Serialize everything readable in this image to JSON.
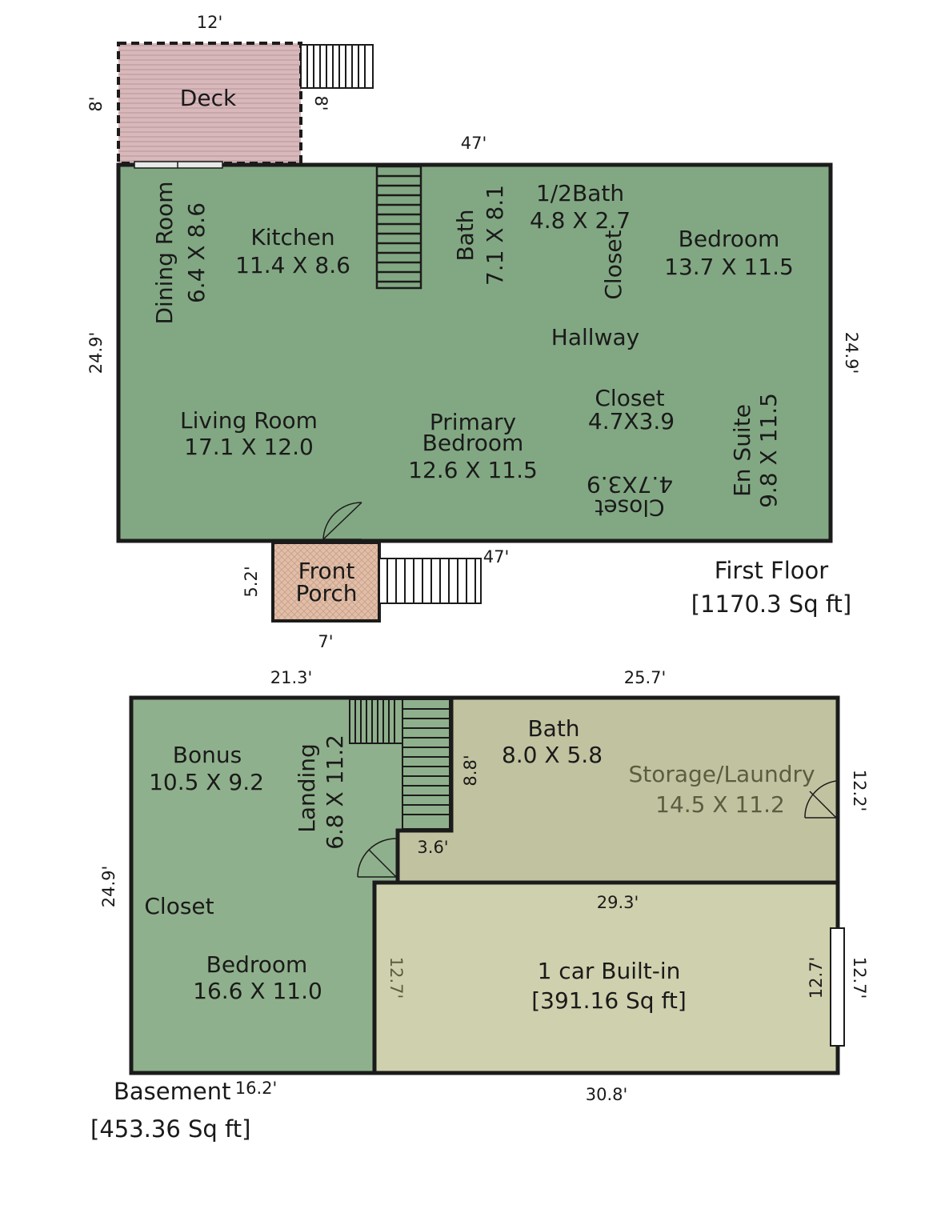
{
  "colors": {
    "first_floor_fill": "#82a883",
    "basement_left_fill": "#8fb08c",
    "basement_right_fill": "#c1c3a0",
    "garage_fill": "#cfd0ad",
    "deck_fill": "#d9b8bc",
    "porch_fill": "#e2bea8",
    "wall": "#1b1b1b"
  },
  "first_floor": {
    "label": "First Floor",
    "area": "[1170.3 Sq ft]",
    "deck": {
      "name": "Deck",
      "dim_top": "12'",
      "dim_left": "8'",
      "dim_right": "8'"
    },
    "dim_top": "47'",
    "dim_left": "24.9'",
    "dim_right": "24.9'",
    "dim_bottom": "47'",
    "rooms": {
      "dining": {
        "name": "Dining Room",
        "size": "6.4 X 8.6"
      },
      "kitchen": {
        "name": "Kitchen",
        "size": "11.4 X 8.6"
      },
      "bath": {
        "name": "Bath",
        "size": "7.1 X 8.1"
      },
      "half_bath": {
        "name": "1/2Bath",
        "size": "4.8 X 2.7"
      },
      "closet_v": {
        "name": "Closet"
      },
      "bedroom": {
        "name": "Bedroom",
        "size": "13.7 X 11.5"
      },
      "hallway": {
        "name": "Hallway"
      },
      "living": {
        "name": "Living Room",
        "size": "17.1 X 12.0"
      },
      "primary": {
        "name_line1": "Primary",
        "name_line2": "Bedroom",
        "size": "12.6 X 11.5"
      },
      "closet_a": {
        "name": "Closet",
        "size": "4.7X3.9"
      },
      "closet_b": {
        "name": "Closet",
        "size": "4.7X3.9"
      },
      "ensuite": {
        "name": "En Suite",
        "size": "9.8 X 11.5"
      }
    },
    "porch": {
      "line1": "Front",
      "line2": "Porch",
      "dim_left": "5.2'",
      "dim_bottom": "7'"
    }
  },
  "basement": {
    "label": "Basement",
    "area": "[453.36 Sq ft]",
    "dim_top_left": "21.3'",
    "dim_top_right": "25.7'",
    "dim_left": "24.9'",
    "dim_bottom_left": "16.2'",
    "dim_bottom_right": "30.8'",
    "dim_right_upper": "12.2'",
    "dim_right_lower": "12.7'",
    "dim_stair": "8.8'",
    "dim_step": "3.6'",
    "rooms": {
      "bonus": {
        "name": "Bonus",
        "size": "10.5 X 9.2"
      },
      "landing": {
        "name": "Landing",
        "size": "6.8 X 11.2"
      },
      "bath": {
        "name": "Bath",
        "size": "8.0 X 5.8"
      },
      "storage": {
        "name": "Storage/Laundry",
        "size": "14.5 X 11.2"
      },
      "closet": {
        "name": "Closet"
      },
      "bedroom": {
        "name": "Bedroom",
        "size": "16.6 X 11.0"
      },
      "garage": {
        "name": "1 car Built-in",
        "area": "[391.16 Sq ft]",
        "dim_top": "29.3'",
        "dim_left": "12.7'",
        "dim_right_inner": "12.7'"
      }
    }
  }
}
